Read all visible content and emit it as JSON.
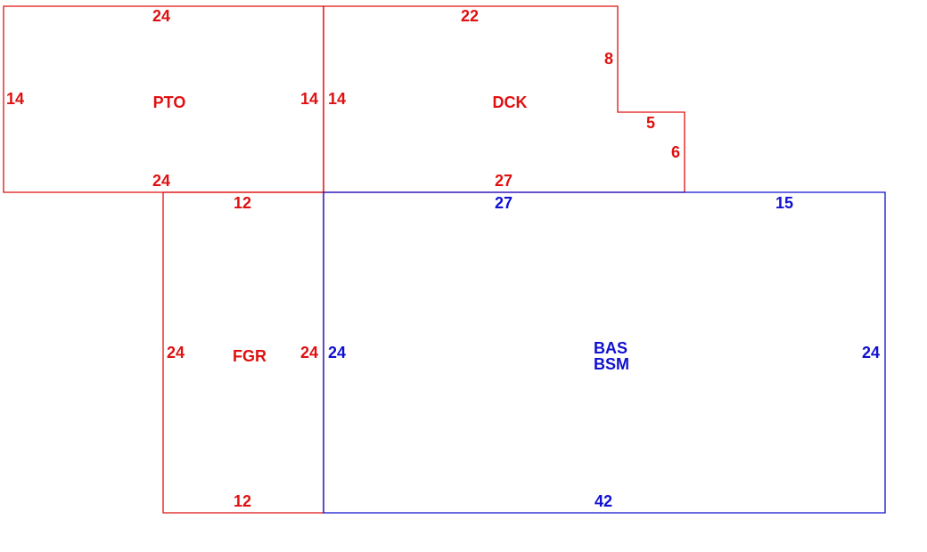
{
  "colors": {
    "red": "#e01010",
    "blue": "#1010d0"
  },
  "areas": {
    "pto": {
      "code": "PTO",
      "dims": {
        "top": "24",
        "left": "14",
        "right": "14",
        "bottom": "24"
      }
    },
    "dck": {
      "code": "DCK",
      "dims": {
        "left": "14",
        "top": "22",
        "notch_right": "8",
        "notch_step": "5",
        "right": "6",
        "bottom": "27"
      }
    },
    "fgr": {
      "code": "FGR",
      "dims": {
        "top": "12",
        "left": "24",
        "right": "24",
        "bottom": "12"
      }
    },
    "bas": {
      "code": "BAS",
      "code2": "BSM",
      "dims": {
        "top_left": "27",
        "top_right": "15",
        "left": "24",
        "right": "24",
        "bottom": "42"
      }
    }
  }
}
